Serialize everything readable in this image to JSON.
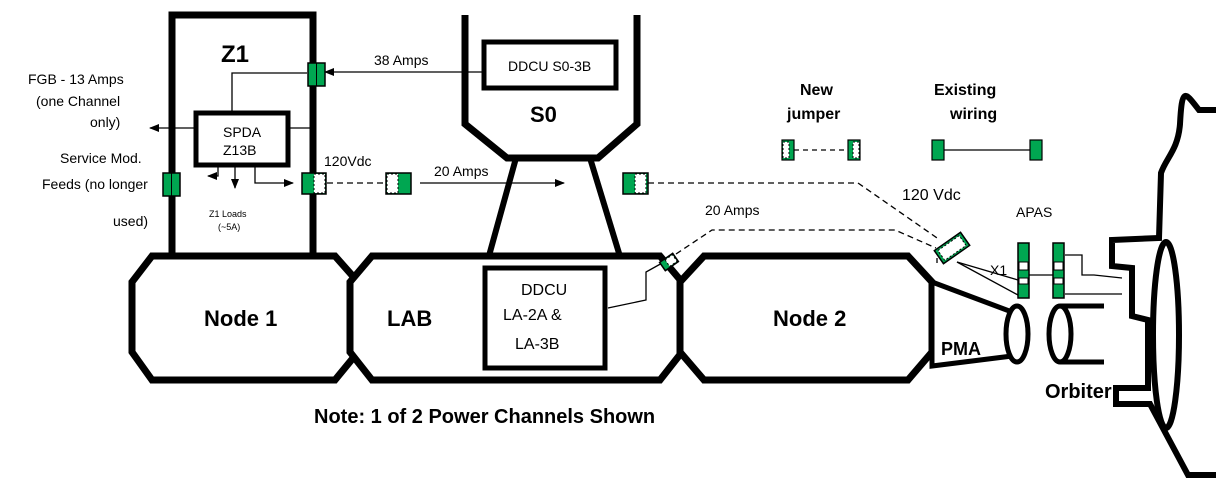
{
  "colors": {
    "connector": "#00a651",
    "jumper_fill": "#ffffff",
    "outline": "#000000"
  },
  "labels": {
    "z1": "Z1",
    "s0": "S0",
    "node1": "Node 1",
    "lab": "LAB",
    "node2": "Node 2",
    "pma": "PMA",
    "orbiter": "Orbiter",
    "ddcu_s0": "DDCU S0-3B",
    "spda": [
      "SPDA",
      "Z13B"
    ],
    "ddcu_lab": [
      "DDCU",
      "LA-2A &",
      "LA-3B"
    ],
    "amps_38": "38 Amps",
    "amps_20_top": "20 Amps",
    "amps_20_lower": "20 Amps",
    "vdc_120_left": "120Vdc",
    "vdc_120_right": "120 Vdc",
    "fgb": [
      "FGB - 13 Amps",
      "(one Channel",
      "only)"
    ],
    "service": [
      "Service Mod.",
      "Feeds (no longer",
      "used)"
    ],
    "z1_loads": [
      "Z1 Loads",
      "(~5A)"
    ],
    "apas": "APAS",
    "x1": "X1",
    "legend_new": [
      "New",
      "jumper"
    ],
    "legend_existing": [
      "Existing",
      "wiring"
    ],
    "note": "Note:  1 of 2 Power Channels Shown"
  }
}
